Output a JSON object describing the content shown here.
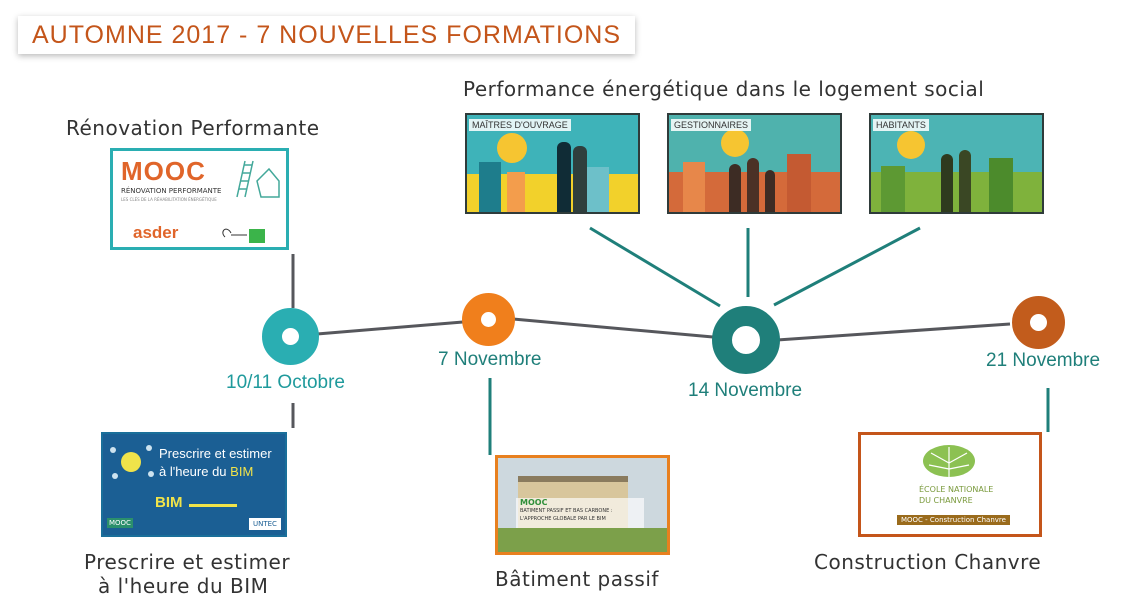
{
  "title": "AUTOMNE 2017 - 7 NOUVELLES FORMATIONS",
  "labels": {
    "renovation": "Rénovation Performante",
    "performance": "Performance énergétique dans le logement social",
    "bim_line1": "Prescrire et estimer",
    "bim_line2": "à l'heure du BIM",
    "passif": "Bâtiment passif",
    "chanvre": "Construction Chanvre"
  },
  "dates": {
    "d1": "10/11 Octobre",
    "d2": "7 Novembre",
    "d3": "14 Novembre",
    "d4": "21 Novembre"
  },
  "thumbs": {
    "mooc_title": "MOOC",
    "mooc_sub": "RÉNOVATION PERFORMANTE",
    "mooc_sub2": "LES CLÉS DE LA RÉHABILITATION ÉNERGÉTIQUE",
    "asder": "asder",
    "perf1_tag": "MAÎTRES D'OUVRAGE",
    "perf2_tag": "GESTIONNAIRES",
    "perf3_tag": "HABITANTS",
    "bim_title1": "Prescrire et estimer",
    "bim_title2": "à l'heure du",
    "bim_title3": "BIM",
    "bim_word": "BIM",
    "bim_mooc": "MOOC",
    "bim_logo": "UNTEC",
    "passif_mooc": "MOOC",
    "passif_line1": "BATIMENT PASSIF ET BAS CARBONE :",
    "passif_line2": "L'APPROCHE GLOBALE PAR LE BIM",
    "chanvre_line1": "ÉCOLE NATIONALE",
    "chanvre_line2": "DU CHANVRE",
    "chanvre_mooc": "MOOC - Construction Chanvre"
  },
  "colors": {
    "title": "#c4551a",
    "teal_light": "#2aaeb2",
    "teal_dark": "#1f7f7a",
    "orange": "#f07f1c",
    "rust": "#c25c1c",
    "line": "#56575c"
  }
}
